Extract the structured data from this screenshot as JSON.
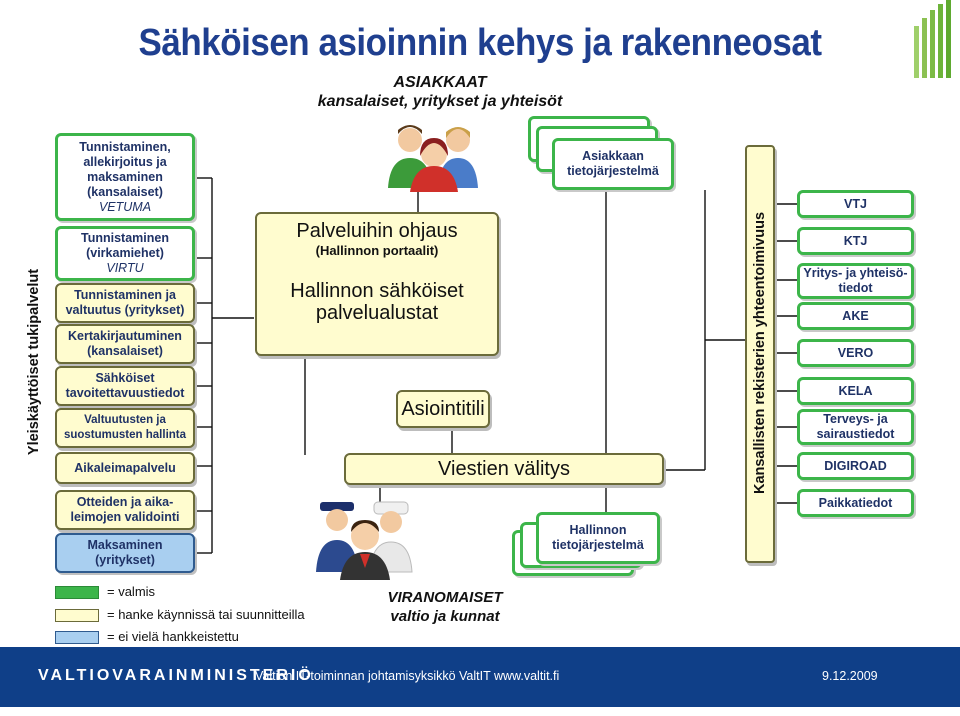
{
  "title": "Sähköisen asioinnin kehys ja rakenneosat",
  "customers": {
    "label": "ASIAKKAAT",
    "sub": "kansalaiset, yritykset ja yhteisöt"
  },
  "authorities": {
    "label": "VIRANOMAISET",
    "sub": "valtio ja kunnat"
  },
  "left_vertical_label": "Yleiskäyttöiset tukipalvelut",
  "right_vertical_label": "Kansallisten rekisterien yhteentoimivuus",
  "support_services": [
    {
      "l1": "Tunnistaminen,",
      "l2": "allekirjoitus ja",
      "l3": "maksaminen",
      "l4": "(kansalaiset)",
      "tag": "VETUMA"
    },
    {
      "l1": "Tunnistaminen",
      "l2": "(virkamiehet)",
      "tag": "VIRTU"
    },
    {
      "l1": "Tunnistaminen ja",
      "l2": "valtuutus (yritykset)"
    },
    {
      "l1": "Kertakirjautuminen",
      "l2": "(kansalaiset)"
    },
    {
      "l1": "Sähköiset",
      "l2": "tavoitettavuustiedot"
    },
    {
      "l1": "Valtuutusten ja",
      "l2": "suostumusten hallinta"
    },
    {
      "l1": "Aikaleimapalvelu"
    },
    {
      "l1": "Otteiden ja aika-",
      "l2": "leimojen validointi"
    },
    {
      "l1": "Maksaminen",
      "l2": "(yritykset)"
    }
  ],
  "center": {
    "portal_title": "Palveluihin ohjaus",
    "portal_sub": "(Hallinnon portaalit)",
    "platform_l1": "Hallinnon sähköiset",
    "platform_l2": "palvelualustat",
    "asiointitili": "Asiointitili",
    "viestien": "Viestien välitys",
    "asiakkaan_l1": "Asiakkaan",
    "asiakkaan_l2": "tietojärjestelmä",
    "hallinnon_l1": "Hallinnon",
    "hallinnon_l2": "tietojärjestelmä"
  },
  "registers": [
    {
      "l1": "VTJ"
    },
    {
      "l1": "KTJ"
    },
    {
      "l1": "Yritys- ja yhteisö-",
      "l2": "tiedot"
    },
    {
      "l1": "AKE"
    },
    {
      "l1": "VERO"
    },
    {
      "l1": "KELA"
    },
    {
      "l1": "Terveys- ja",
      "l2": "sairaustiedot"
    },
    {
      "l1": "DIGIROAD"
    },
    {
      "l1": "Paikkatiedot"
    }
  ],
  "legend": [
    {
      "label": "= valmis",
      "color": "#3cb54a"
    },
    {
      "label": "= hanke käynnissä tai suunnitteilla",
      "color": "#fffccf"
    },
    {
      "label": "= ei vielä hankkeistettu",
      "color": "#a9cff0"
    }
  ],
  "footer": {
    "ministry": "VALTIOVARAINMINISTERIÖ",
    "unit": "Valtion IT-toiminnan johtamisyksikkö ValtIT www.valtit.fi",
    "date": "9.12.2009"
  }
}
